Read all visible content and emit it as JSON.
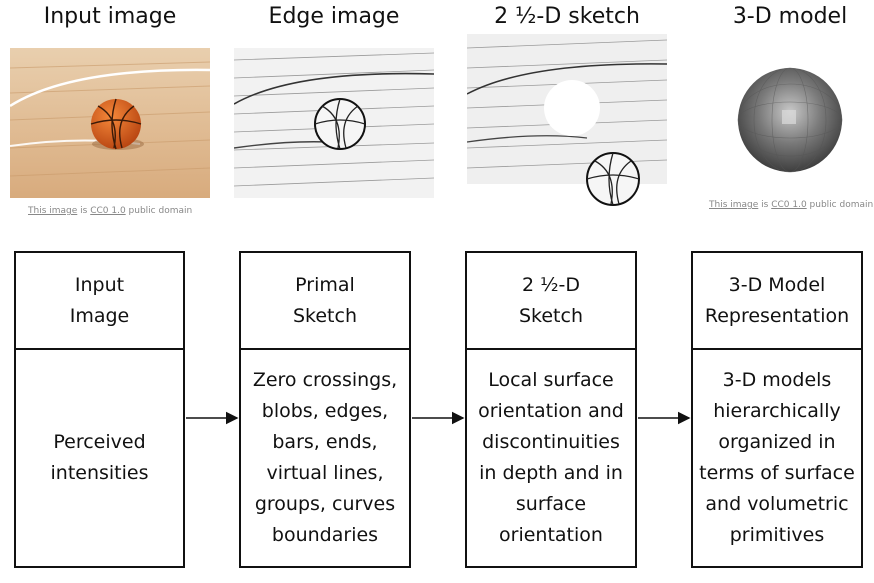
{
  "top_row": {
    "input": {
      "title": "Input image"
    },
    "edge": {
      "title": "Edge image"
    },
    "sketch": {
      "title": "2 ½-D sketch"
    },
    "model": {
      "title": "3-D model"
    },
    "credit_left": {
      "link1": "This image",
      "mid": " is ",
      "link2": "CC0 1.0",
      "tail": " public domain"
    },
    "credit_right": {
      "link1": "This image",
      "mid": " is ",
      "link2": "CC0 1.0",
      "tail": " public domain"
    }
  },
  "stages": [
    {
      "title": "Input\nImage",
      "body": "Perceived\nintensities"
    },
    {
      "title": "Primal\nSketch",
      "body": "Zero crossings,\nblobs, edges,\nbars, ends,\nvirtual lines,\ngroups, curves\nboundaries"
    },
    {
      "title": "2 ½-D\nSketch",
      "body": "Local surface\norientation and\ndiscontinuities\nin depth and in\nsurface\norientation"
    },
    {
      "title": "3-D Model\nRepresentation",
      "body": "3-D models\nhierarchically\norganized in\nterms of surface\nand volumetric\nprimitives"
    }
  ]
}
